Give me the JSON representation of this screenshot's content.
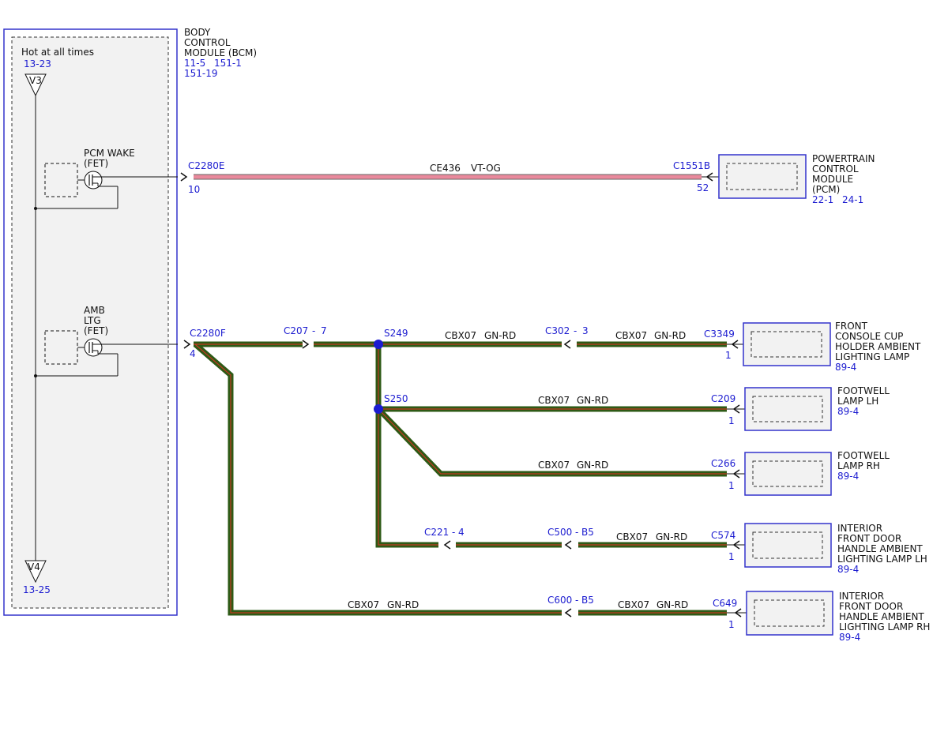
{
  "colors": {
    "module_border": "#3333cc",
    "module_fill": "#f2f2f2",
    "label_blue": "#1c1cd0",
    "label_black": "#111111",
    "wire_green": "#2e5a16",
    "wire_core_red": "#c23a20",
    "wire_vt_og": "#e9899c",
    "splice_dot": "#1c1cd0"
  },
  "bcm": {
    "name_lines": [
      "BODY",
      "CONTROL",
      "MODULE (BCM)"
    ],
    "refs": [
      "11-5",
      "151-1",
      "151-19"
    ],
    "hot_label": "Hot at all times",
    "v3": {
      "id": "V3",
      "ref": "13-23"
    },
    "v4": {
      "id": "V4",
      "ref": "13-25"
    },
    "pcm_wake": {
      "lines": [
        "PCM WAKE",
        "(FET)"
      ]
    },
    "amb_ltg": {
      "lines": [
        "AMB",
        "LTG",
        "(FET)"
      ]
    }
  },
  "circuits": {
    "pcm_wake": {
      "from_connector": "C2280E",
      "from_pin": "10",
      "circuit": "CE436",
      "color_code": "VT-OG",
      "to_connector": "C1551B",
      "to_pin": "52"
    },
    "amb_ltg": {
      "from_connector": "C2280F",
      "from_pin": "4",
      "inline_c207": "C207",
      "inline_c207_pin": "7",
      "splice_s249": "S249",
      "splice_s250": "S250",
      "inline_c302": "C302",
      "inline_c302_pin": "3",
      "inline_c221": "C221",
      "inline_c221_pin": "4",
      "inline_c500": "C500",
      "inline_c500_pin": "B5",
      "inline_c600": "C600",
      "inline_c600_pin": "B5",
      "circuit": "CBX07",
      "color_code": "GN-RD"
    }
  },
  "components": [
    {
      "key": "pcm",
      "lines": [
        "POWERTRAIN",
        "CONTROL",
        "MODULE",
        "(PCM)"
      ],
      "refs": [
        "22-1",
        "24-1"
      ]
    },
    {
      "key": "cup",
      "connector": "C3349",
      "pin": "1",
      "lines": [
        "FRONT",
        "CONSOLE CUP",
        "HOLDER AMBIENT",
        "LIGHTING LAMP"
      ],
      "ref": "89-4"
    },
    {
      "key": "footlh",
      "connector": "C209",
      "pin": "1",
      "lines": [
        "FOOTWELL",
        "LAMP LH"
      ],
      "ref": "89-4"
    },
    {
      "key": "footrh",
      "connector": "C266",
      "pin": "1",
      "lines": [
        "FOOTWELL",
        "LAMP RH"
      ],
      "ref": "89-4"
    },
    {
      "key": "doorlh",
      "connector": "C574",
      "pin": "1",
      "lines": [
        "INTERIOR",
        "FRONT DOOR",
        "HANDLE AMBIENT",
        "LIGHTING LAMP LH"
      ],
      "ref": "89-4"
    },
    {
      "key": "doorrh",
      "connector": "C649",
      "pin": "1",
      "lines": [
        "INTERIOR",
        "FRONT DOOR",
        "HANDLE AMBIENT",
        "LIGHTING LAMP RH"
      ],
      "ref": "89-4"
    }
  ]
}
